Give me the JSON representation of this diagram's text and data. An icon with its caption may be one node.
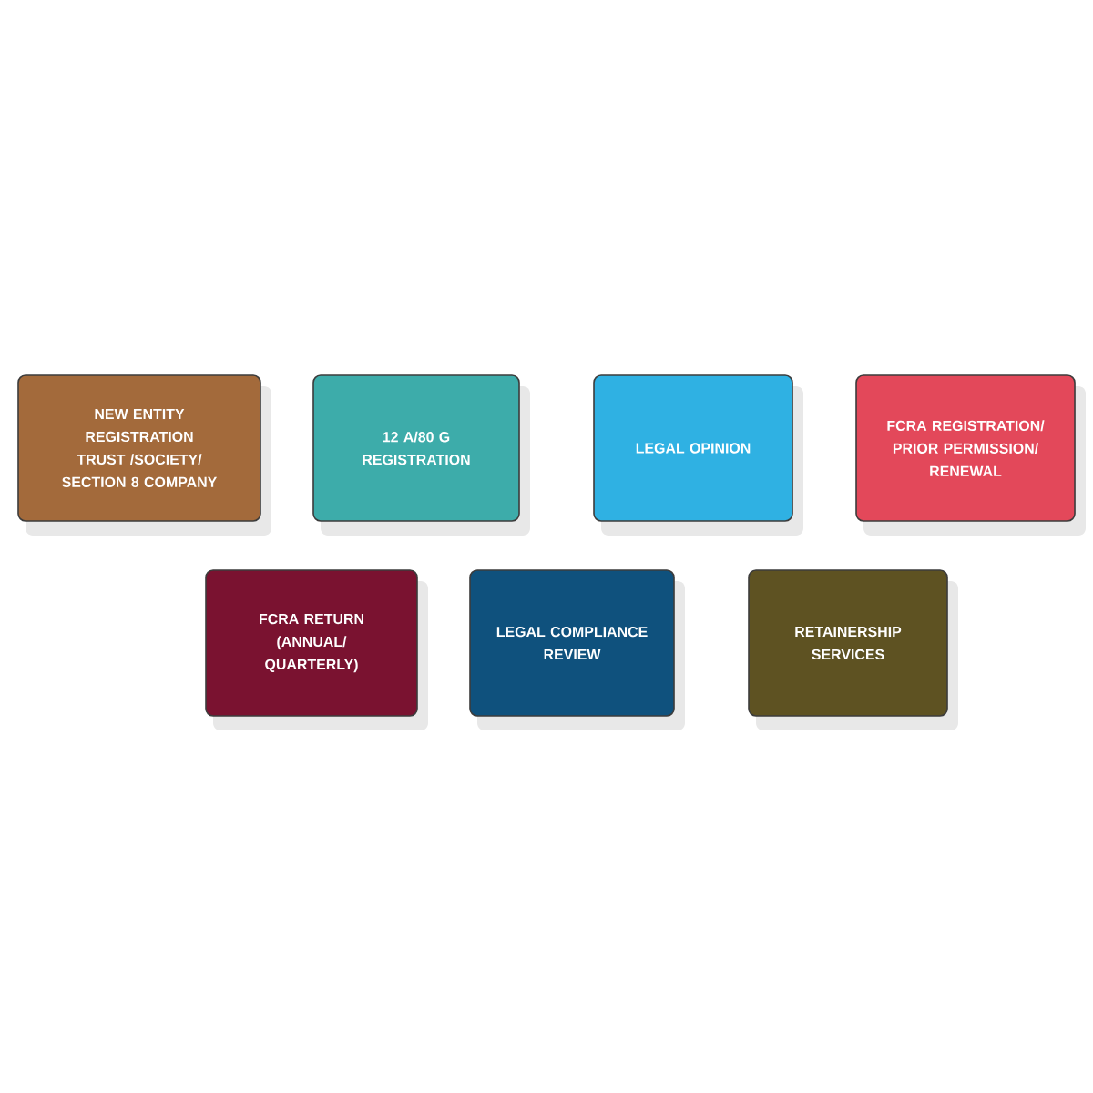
{
  "diagram": {
    "nodes": [
      {
        "text": [
          "NEW ENTITY REGISTRATION TRUST /SOCIETY/ SECTION 8 COMPANY"
        ]
      },
      {
        "text": [
          "12 A/80 G REGISTRATION"
        ]
      },
      {
        "text": [
          "LEGAL OPINION"
        ]
      },
      {
        "text": [
          "FCRA REGISTRATION/ PRIOR PERMISSION/ RENEWAL"
        ]
      },
      {
        "text": [
          "FCRA RETURN (ANNUAL/ QUARTERLY)"
        ]
      },
      {
        "text": [
          "LEGAL COMPLIANCE REVIEW"
        ]
      },
      {
        "text": [
          "RETAINERSHIP SERVICES"
        ]
      }
    ]
  }
}
